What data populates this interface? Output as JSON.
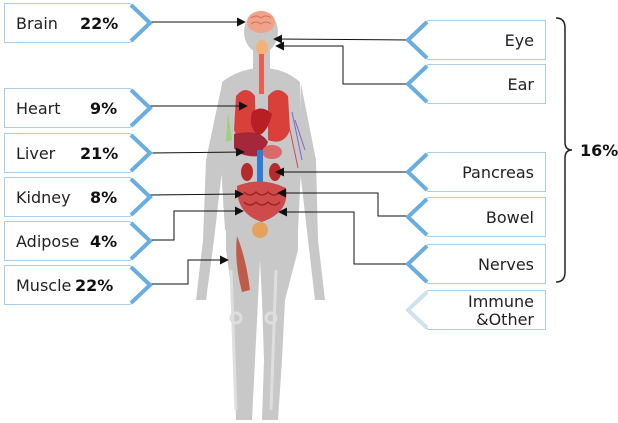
{
  "left_labels": [
    {
      "id": "brain",
      "name": "Brain",
      "percent": "22%"
    },
    {
      "id": "heart",
      "name": "Heart",
      "percent": "9%"
    },
    {
      "id": "liver",
      "name": "Liver",
      "percent": "21%"
    },
    {
      "id": "kidney",
      "name": "Kidney",
      "percent": "8%"
    },
    {
      "id": "adipose",
      "name": "Adipose",
      "percent": "4%"
    },
    {
      "id": "muscle",
      "name": "Muscle",
      "percent": "22%"
    }
  ],
  "right_labels": [
    {
      "id": "eye",
      "name": "Eye"
    },
    {
      "id": "ear",
      "name": "Ear"
    },
    {
      "id": "pancreas",
      "name": "Pancreas"
    },
    {
      "id": "bowel",
      "name": "Bowel"
    },
    {
      "id": "nerves",
      "name": "Nerves"
    },
    {
      "id": "immune",
      "name": "Immune\n&Other"
    }
  ],
  "bracket": {
    "percent": "16%"
  },
  "colors": {
    "tag_fill": "#ffffff",
    "tag_border": "#a9cdea",
    "tag_chevron": "#6aaee0",
    "body": "#c9c9c9",
    "arrow": "#111111"
  }
}
